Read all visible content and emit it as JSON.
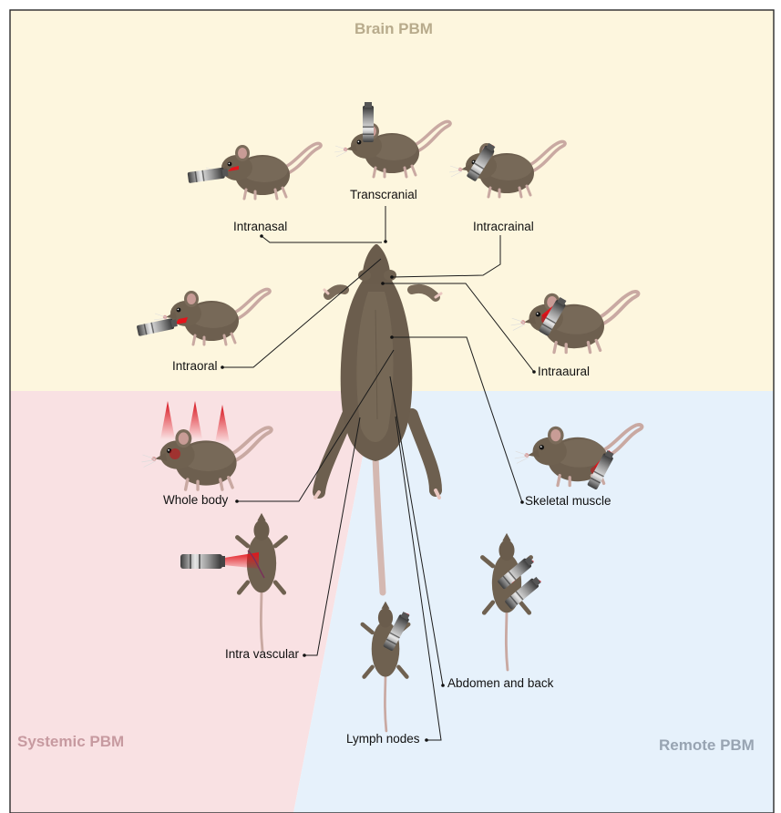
{
  "regions": {
    "brain": {
      "title": "Brain PBM",
      "color": "#fdf6de",
      "title_color": "#b8ab8c"
    },
    "systemic": {
      "title": "Systemic PBM",
      "color": "#f9e1e3",
      "title_color": "#c79aa0"
    },
    "remote": {
      "title": "Remote PBM",
      "color": "#e6f1fb",
      "title_color": "#98a4b2"
    }
  },
  "labels": {
    "transcranial": "Transcranial",
    "intranasal": "Intranasal",
    "intracrainal": "Intracrainal",
    "intraoral": "Intraoral",
    "intraaural": "Intraaural",
    "whole_body": "Whole body",
    "skeletal_muscle": "Skeletal muscle",
    "intra_vascular": "Intra vascular",
    "abdomen_and_back": "Abdomen and back",
    "lymph_nodes": "Lymph nodes"
  },
  "icons": [
    "mouse-illustration",
    "laser-device-icon",
    "red-light-beam-icon"
  ]
}
